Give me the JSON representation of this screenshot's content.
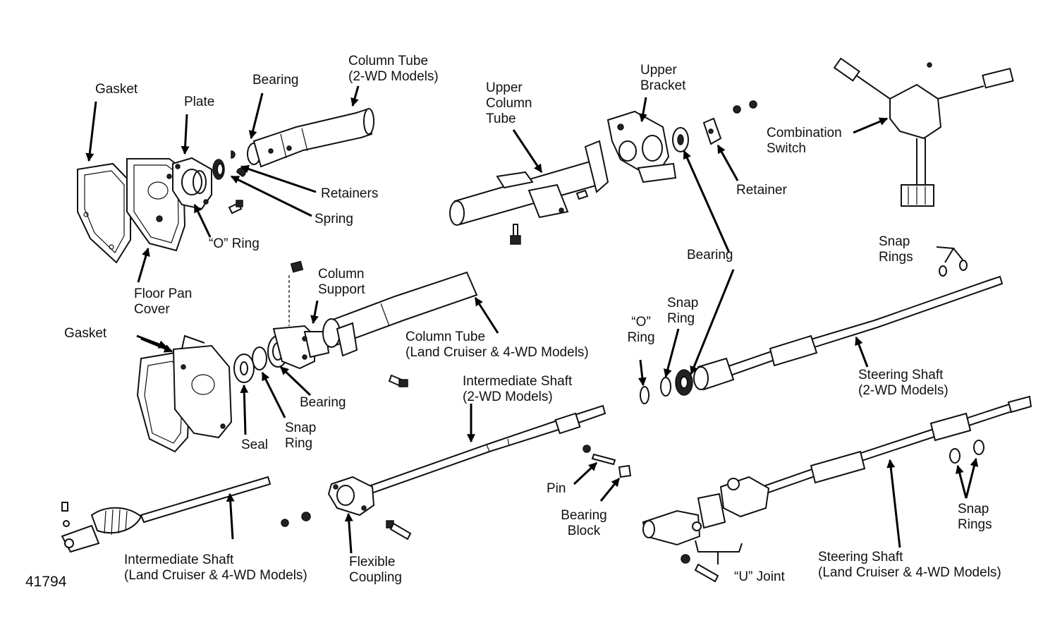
{
  "figure_number": "41794",
  "labels": {
    "gasket_top": "Gasket",
    "plate": "Plate",
    "bearing_top": "Bearing",
    "column_tube_2wd": [
      "Column Tube",
      "(2-WD Models)"
    ],
    "retainers": "Retainers",
    "spring": "Spring",
    "o_ring_top": "“O” Ring",
    "floor_pan_cover": [
      "Floor Pan",
      "Cover"
    ],
    "upper_column_tube": [
      "Upper",
      "Column",
      "Tube"
    ],
    "upper_bracket": [
      "Upper",
      "Bracket"
    ],
    "retainer": "Retainer",
    "combination_switch": [
      "Combination",
      "Switch"
    ],
    "bearing_right": "Bearing",
    "snap_rings_top": [
      "Snap",
      "Rings"
    ],
    "column_support": [
      "Column",
      "Support"
    ],
    "column_tube_lc": [
      "Column Tube",
      "(Land Cruiser & 4-WD Models)"
    ],
    "gasket_mid": "Gasket",
    "bearing_mid": "Bearing",
    "seal": "Seal",
    "snap_ring_mid": [
      "Snap",
      "Ring"
    ],
    "o_ring_right": [
      "“O”",
      "Ring"
    ],
    "snap_ring_right": [
      "Snap",
      "Ring"
    ],
    "steering_shaft_2wd": [
      "Steering Shaft",
      "(2-WD Models)"
    ],
    "intermediate_shaft_2wd": [
      "Intermediate Shaft",
      "(2-WD Models)"
    ],
    "pin": "Pin",
    "bearing_block": [
      "Bearing",
      "Block"
    ],
    "snap_rings_bottom": [
      "Snap",
      "Rings"
    ],
    "intermediate_shaft_lc": [
      "Intermediate Shaft",
      "(Land Cruiser & 4-WD Models)"
    ],
    "flexible_coupling": [
      "Flexible",
      "Coupling"
    ],
    "u_joint": "“U” Joint",
    "steering_shaft_lc": [
      "Steering Shaft",
      "(Land Cruiser & 4-WD Models)"
    ]
  },
  "icons": [
    "gasket",
    "plate",
    "o-ring",
    "spring",
    "retainer",
    "bearing",
    "column-tube",
    "bracket",
    "combination-switch",
    "column-support",
    "seal",
    "snap-ring",
    "steering-shaft",
    "intermediate-shaft",
    "flexible-coupling",
    "pin",
    "bearing-block",
    "u-joint",
    "bolt",
    "nut"
  ]
}
